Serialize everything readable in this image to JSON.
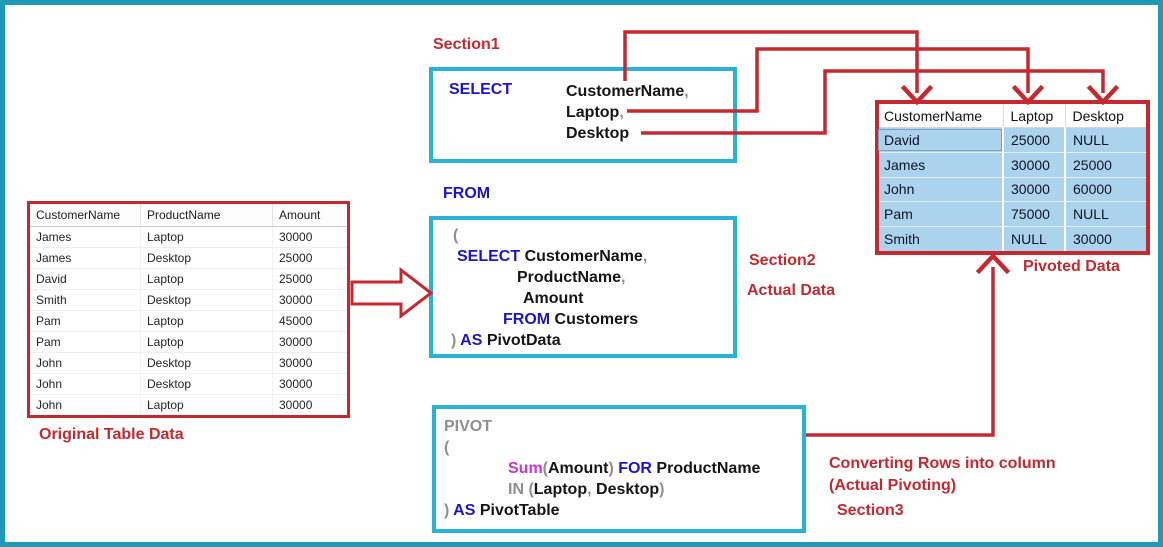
{
  "colors": {
    "outer_border": "#1f9ab6",
    "sql_box_border": "#27b2d6",
    "red_accent": "#c5282f",
    "keyword_blue": "#1b14cd",
    "token_gray": "#8f8f8f",
    "sum_magenta": "#ce2fd1",
    "pivot_row_blue": "#abd3ee"
  },
  "labels": {
    "section1": "Section1",
    "from": "FROM",
    "section2": "Section2",
    "actual_data": "Actual Data",
    "section3": "Section3",
    "original": "Original Table Data",
    "pivoted": "Pivoted Data",
    "converting_1": "Converting Rows into column",
    "converting_2": "(Actual Pivoting)"
  },
  "select_box": {
    "keyword": "SELECT",
    "lines": [
      [
        [
          "CustomerName",
          "k"
        ],
        [
          ",",
          "g"
        ]
      ],
      [
        [
          "Laptop",
          "k"
        ],
        [
          ",",
          "g"
        ]
      ],
      [
        [
          "Desktop",
          "k"
        ]
      ]
    ]
  },
  "from_box": {
    "lines": [
      [
        [
          "(",
          "g"
        ]
      ],
      [
        [
          "SELECT",
          "b"
        ],
        [
          " CustomerName",
          "k"
        ],
        [
          ",",
          "g"
        ]
      ],
      [
        [
          "ProductName",
          "k"
        ],
        [
          ",",
          "g"
        ]
      ],
      [
        [
          "Amount",
          "k"
        ]
      ],
      [
        [
          "FROM",
          "b"
        ],
        [
          " Customers",
          "k"
        ]
      ],
      [
        [
          ")",
          "g"
        ],
        [
          " AS",
          "b"
        ],
        [
          " PivotData",
          "k"
        ]
      ]
    ]
  },
  "pivot_box": {
    "lines": [
      [
        [
          "PIVOT",
          "g"
        ]
      ],
      [
        [
          "(",
          "g"
        ]
      ],
      [
        [
          "Sum",
          "m"
        ],
        [
          "(",
          "g"
        ],
        [
          "Amount",
          "k"
        ],
        [
          ")",
          "g"
        ],
        [
          " FOR",
          "b"
        ],
        [
          " ProductName",
          "k"
        ]
      ],
      [
        [
          "IN",
          "g"
        ],
        [
          " (",
          "g"
        ],
        [
          "Laptop",
          "k"
        ],
        [
          ",",
          "g"
        ],
        [
          " Desktop",
          "k"
        ],
        [
          ")",
          "g"
        ]
      ],
      [
        [
          ")",
          "g"
        ],
        [
          " AS",
          "b"
        ],
        [
          " PivotTable",
          "k"
        ]
      ]
    ]
  },
  "original_table": {
    "headers": [
      "CustomerName",
      "ProductName",
      "Amount"
    ],
    "rows": [
      [
        "James",
        "Laptop",
        "30000"
      ],
      [
        "James",
        "Desktop",
        "25000"
      ],
      [
        "David",
        "Laptop",
        "25000"
      ],
      [
        "Smith",
        "Desktop",
        "30000"
      ],
      [
        "Pam",
        "Laptop",
        "45000"
      ],
      [
        "Pam",
        "Laptop",
        "30000"
      ],
      [
        "John",
        "Desktop",
        "30000"
      ],
      [
        "John",
        "Desktop",
        "30000"
      ],
      [
        "John",
        "Laptop",
        "30000"
      ]
    ]
  },
  "pivoted_table": {
    "headers": [
      "CustomerName",
      "Laptop",
      "Desktop"
    ],
    "rows": [
      [
        "David",
        "25000",
        "NULL"
      ],
      [
        "James",
        "30000",
        "25000"
      ],
      [
        "John",
        "30000",
        "60000"
      ],
      [
        "Pam",
        "75000",
        "NULL"
      ],
      [
        "Smith",
        "NULL",
        "30000"
      ]
    ],
    "selected_cell": [
      0,
      0
    ]
  }
}
